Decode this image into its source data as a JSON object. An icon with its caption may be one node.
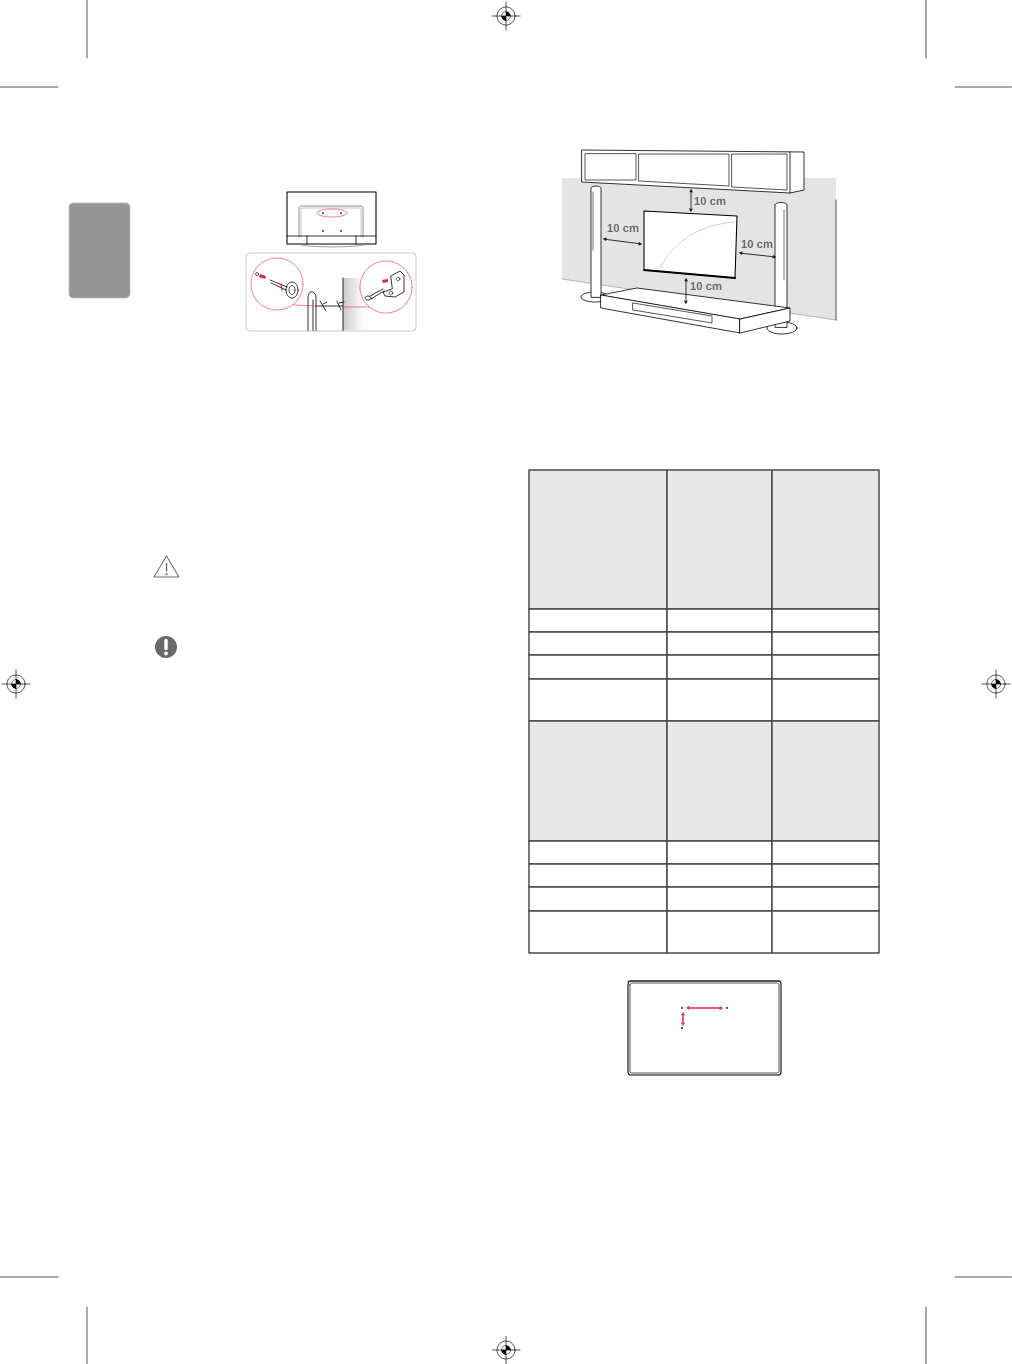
{
  "diagram": {
    "nodes": [
      {
        "text": [],
        "shape": "box"
      }
    ],
    "labels": [
      "10 cm",
      "10 cm",
      "10 cm",
      "10 cm"
    ]
  }
}
